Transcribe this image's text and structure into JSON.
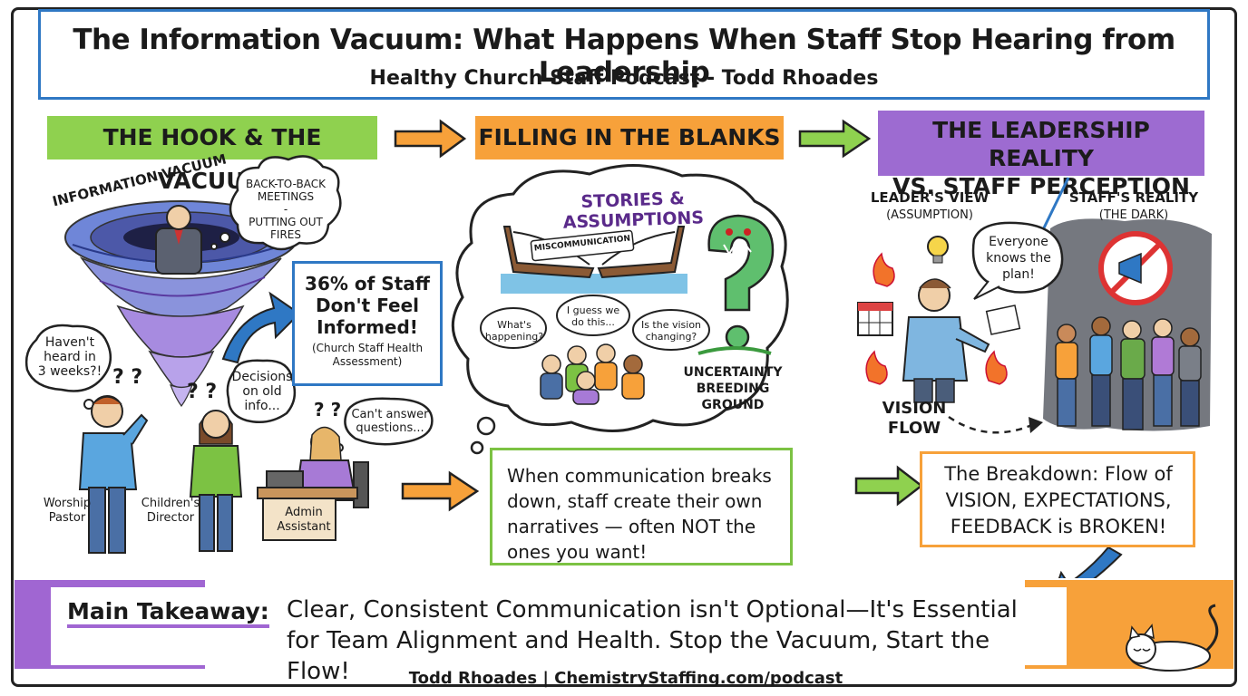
{
  "header": {
    "title": "The Information Vacuum: What Happens When Staff Stop Hearing from Leadership",
    "subtitle": "Healthy Church Staff Podcast - Todd Rhoades"
  },
  "sections": {
    "hook": {
      "banner": "THE HOOK & THE VACUUM",
      "vacuum_label": "INFORMATION VACUUM",
      "leader_cloud": [
        "BACK-TO-BACK",
        "MEETINGS",
        "-",
        "PUTTING OUT",
        "FIRES"
      ],
      "stat_main": [
        "36% of Staff",
        "Don't Feel",
        "Informed!"
      ],
      "stat_source": [
        "(Church Staff Health",
        "Assessment)"
      ],
      "bubble_worship": [
        "Haven't",
        "heard in",
        "3 weeks?!"
      ],
      "bubble_director": [
        "Decisions",
        "on old",
        "info..."
      ],
      "bubble_admin": [
        "Can't answer",
        "questions..."
      ],
      "role_worship": [
        "Worship",
        "Pastor"
      ],
      "role_director": [
        "Children's",
        "Director"
      ],
      "role_admin": [
        "Admin",
        "Assistant"
      ],
      "question_marks": "? ?"
    },
    "blanks": {
      "banner": "FILLING IN THE BLANKS",
      "cloud_title": "STORIES & ASSUMPTIONS",
      "bridge_label": "MISCOMMUNICATION",
      "bubble_1": [
        "What's",
        "happening?"
      ],
      "bubble_2": [
        "I guess we",
        "do this..."
      ],
      "bubble_3": [
        "Is the vision",
        "changing?"
      ],
      "monster_label": [
        "UNCERTAINTY",
        "BREEDING",
        "GROUND"
      ],
      "callout": [
        "When communication breaks",
        "down, staff create their own",
        "narratives — often NOT the",
        "ones you want!"
      ]
    },
    "reality": {
      "banner": [
        "THE LEADERSHIP REALITY",
        "VS. STAFF PERCEPTION"
      ],
      "leader_view": [
        "LEADER'S VIEW",
        "(ASSUMPTION)"
      ],
      "staff_reality": [
        "STAFF'S REALITY",
        "(THE DARK)"
      ],
      "leader_bubble": [
        "Everyone",
        "knows the",
        "plan!"
      ],
      "vision_flow": [
        "VISION",
        "FLOW"
      ],
      "callout": [
        "The Breakdown: Flow of",
        "VISION, EXPECTATIONS,",
        "FEEDBACK is BROKEN!"
      ]
    }
  },
  "takeaway": {
    "label": "Main Takeaway:",
    "text_line1": "Clear, Consistent Communication isn't Optional—It's Essential",
    "text_line2": "for Team Alignment and Health. Stop the Vacuum, Start the Flow!"
  },
  "footer": {
    "text": "Todd Rhoades | ChemistryStaffing.com/podcast"
  },
  "colors": {
    "green": "#8fd14f",
    "orange": "#f7a13a",
    "purple": "#9d6bd1",
    "blue": "#2f78c4"
  }
}
